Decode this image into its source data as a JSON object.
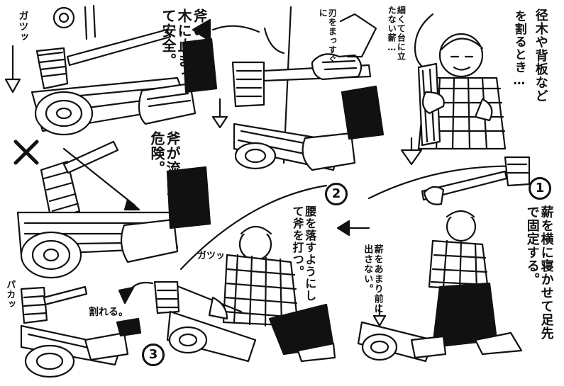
{
  "top_right": {
    "main": "径木や背板など",
    "sub": "を割るとき…",
    "bubble": "細くて台に立たない薪…"
  },
  "step1": {
    "num": "1",
    "text": "薪を横に寝かせて足先で固定する。"
  },
  "step2": {
    "num": "2",
    "text": "腰を落すようにして斧を打つ。",
    "note": "薪をあまり前に出さない。",
    "sfx": "ガツッ"
  },
  "step3": {
    "num": "3",
    "text": "割れる。",
    "sfx": "パカッ"
  },
  "correct": {
    "symbol": "○",
    "text": "斧の刃が台木に止まって安全。",
    "sfx": "ガツッ",
    "edge_note": "刃をまっすぐに"
  },
  "wrong": {
    "symbol": "✕",
    "text": "斧が流れて危険。"
  }
}
